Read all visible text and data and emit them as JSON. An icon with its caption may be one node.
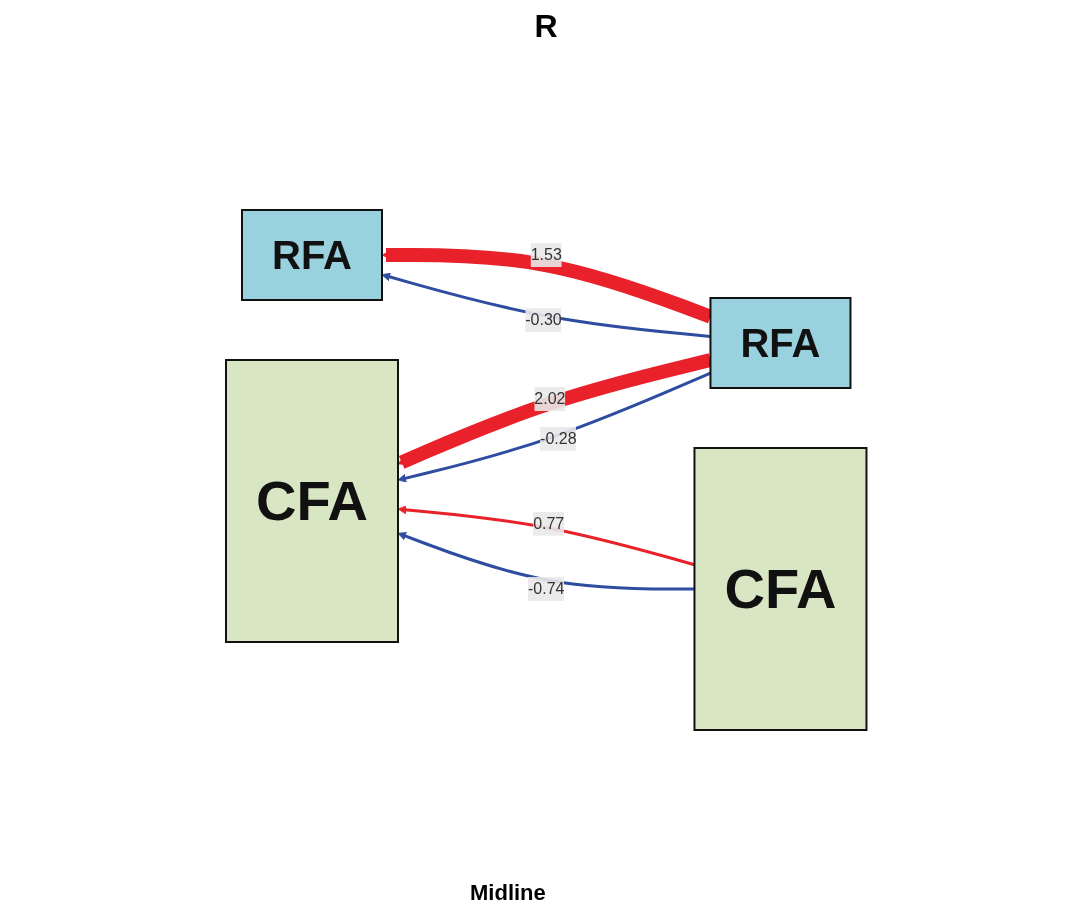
{
  "diagram": {
    "nodes": [
      {
        "text": [
          "RFA"
        ]
      },
      {
        "text": [
          "RFA"
        ]
      },
      {
        "text": [
          "CFA"
        ]
      },
      {
        "text": [
          "CFA"
        ]
      }
    ],
    "edges": [
      {
        "from": 1,
        "to": 0,
        "arrow": "to",
        "label": "1.53",
        "style": "thick",
        "color": "#e8212a"
      },
      {
        "from": 1,
        "to": 0,
        "arrow": "to",
        "label": "-0.30",
        "color": "#2e4da0"
      },
      {
        "from": 1,
        "to": 2,
        "arrow": "to",
        "label": "2.02",
        "style": "thick",
        "color": "#e8212a"
      },
      {
        "from": 1,
        "to": 2,
        "arrow": "to",
        "label": "-0.28",
        "color": "#2e4da0"
      },
      {
        "from": 3,
        "to": 2,
        "arrow": "to",
        "label": "0.77",
        "color": "#e8212a"
      },
      {
        "from": 3,
        "to": 2,
        "arrow": "to",
        "label": "-0.74",
        "color": "#2e4da0"
      }
    ],
    "labels": [
      "R",
      "Midline"
    ]
  }
}
